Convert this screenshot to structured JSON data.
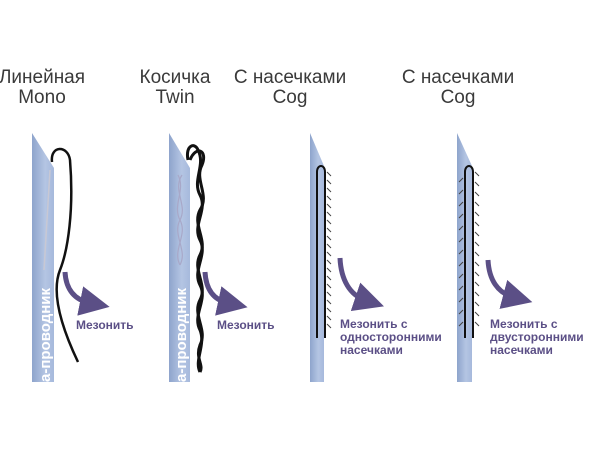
{
  "panels": [
    {
      "title": "Линейная",
      "subtitle": "Mono",
      "needle_text": "а-проводник",
      "label": "Мезонить"
    },
    {
      "title": "Косичка",
      "subtitle": "Twin",
      "needle_text": "а-проводник",
      "label": "Мезонить"
    },
    {
      "title": "С насечками",
      "subtitle": "Cog",
      "label_lines": [
        "Мезонить с",
        "односторонними",
        "насечками"
      ]
    },
    {
      "title": "С насечками",
      "subtitle": "Cog",
      "label_lines": [
        "Мезонить с",
        "двусторонними",
        "насечками"
      ]
    }
  ],
  "colors": {
    "needle": "#9fb3d6",
    "arrow": "#5b4f86",
    "thread": "#111111"
  }
}
